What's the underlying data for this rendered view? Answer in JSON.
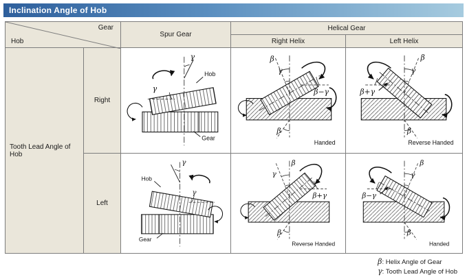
{
  "title": "Inclination Angle of Hob",
  "header": {
    "gear": "Gear",
    "hob": "Hob",
    "spur": "Spur Gear",
    "helical": "Helical Gear",
    "right_helix": "Right Helix",
    "left_helix": "Left Helix"
  },
  "rows": {
    "label": "Tooth Lead Angle of Hob",
    "right": "Right",
    "left": "Left"
  },
  "labels": {
    "hob": "Hob",
    "gear": "Gear",
    "gamma": "γ",
    "beta": "β",
    "beta_minus_gamma": "β−γ",
    "beta_plus_gamma": "β+γ",
    "handed": "Handed",
    "reverse_handed": "Reverse Handed"
  },
  "notes": {
    "beta_sym": "β",
    "beta_text": ": Helix Angle of Gear",
    "gamma_sym": "γ",
    "gamma_text": ": Tooth Lead Angle of Hob"
  },
  "colors": {
    "title_gradient_start": "#2e5f9c",
    "title_gradient_end": "#a6cbdf",
    "header_bg": "#eae6da",
    "border": "#7d7d7d"
  }
}
